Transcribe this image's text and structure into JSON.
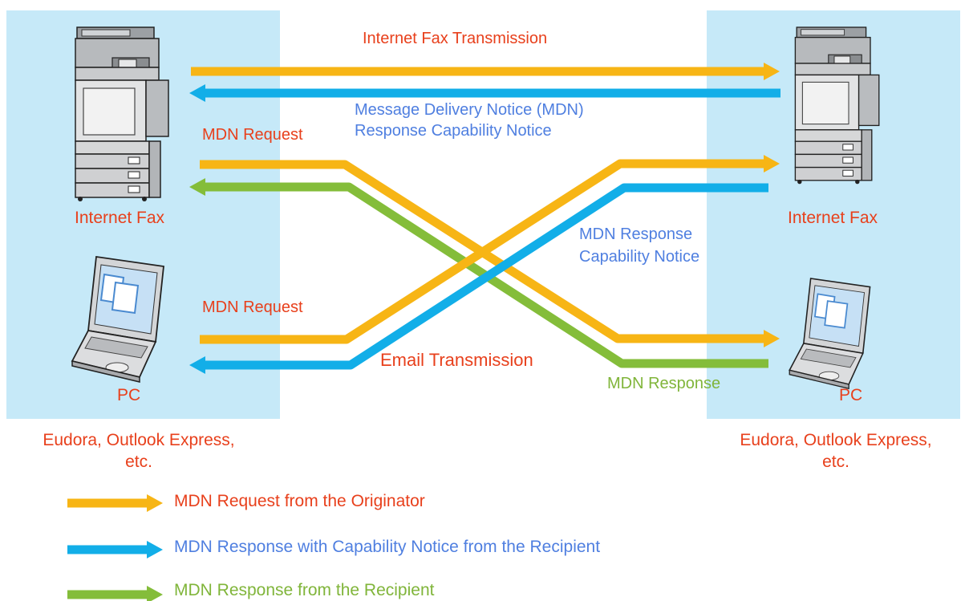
{
  "colors": {
    "panel": "#c6e9f8",
    "orange_arrow": "#f7b515",
    "blue_arrow": "#12aee8",
    "green_arrow": "#84bd3a",
    "red_text": "#e8401c",
    "blue_text": "#4f7fe0",
    "green_text": "#80b53a"
  },
  "labels": {
    "internet_fax_transmission": "Internet Fax Transmission",
    "mdn_line1": "Message Delivery Notice (MDN)",
    "mdn_line2": "Response Capability Notice",
    "mdn_request_top": "MDN Request",
    "mdn_request_bottom": "MDN Request",
    "mdn_response_cap_line1": "MDN Response",
    "mdn_response_cap_line2": "Capability Notice",
    "email_transmission": "Email Transmission",
    "mdn_response": "MDN Response"
  },
  "left": {
    "device_top": "Internet Fax",
    "device_bottom": "PC",
    "client_line1": "Eudora, Outlook Express,",
    "client_line2": "etc."
  },
  "right": {
    "device_top": "Internet Fax",
    "device_bottom": "PC",
    "client_line1": "Eudora, Outlook Express,",
    "client_line2": "etc."
  },
  "legend": [
    {
      "text": "MDN Request from the Originator",
      "color": "orange"
    },
    {
      "text": "MDN Response with Capability Notice from the Recipient",
      "color": "blue"
    },
    {
      "text": "MDN Response from the Recipient",
      "color": "green"
    }
  ],
  "icons": [
    "fax-machine-icon",
    "laptop-icon"
  ]
}
